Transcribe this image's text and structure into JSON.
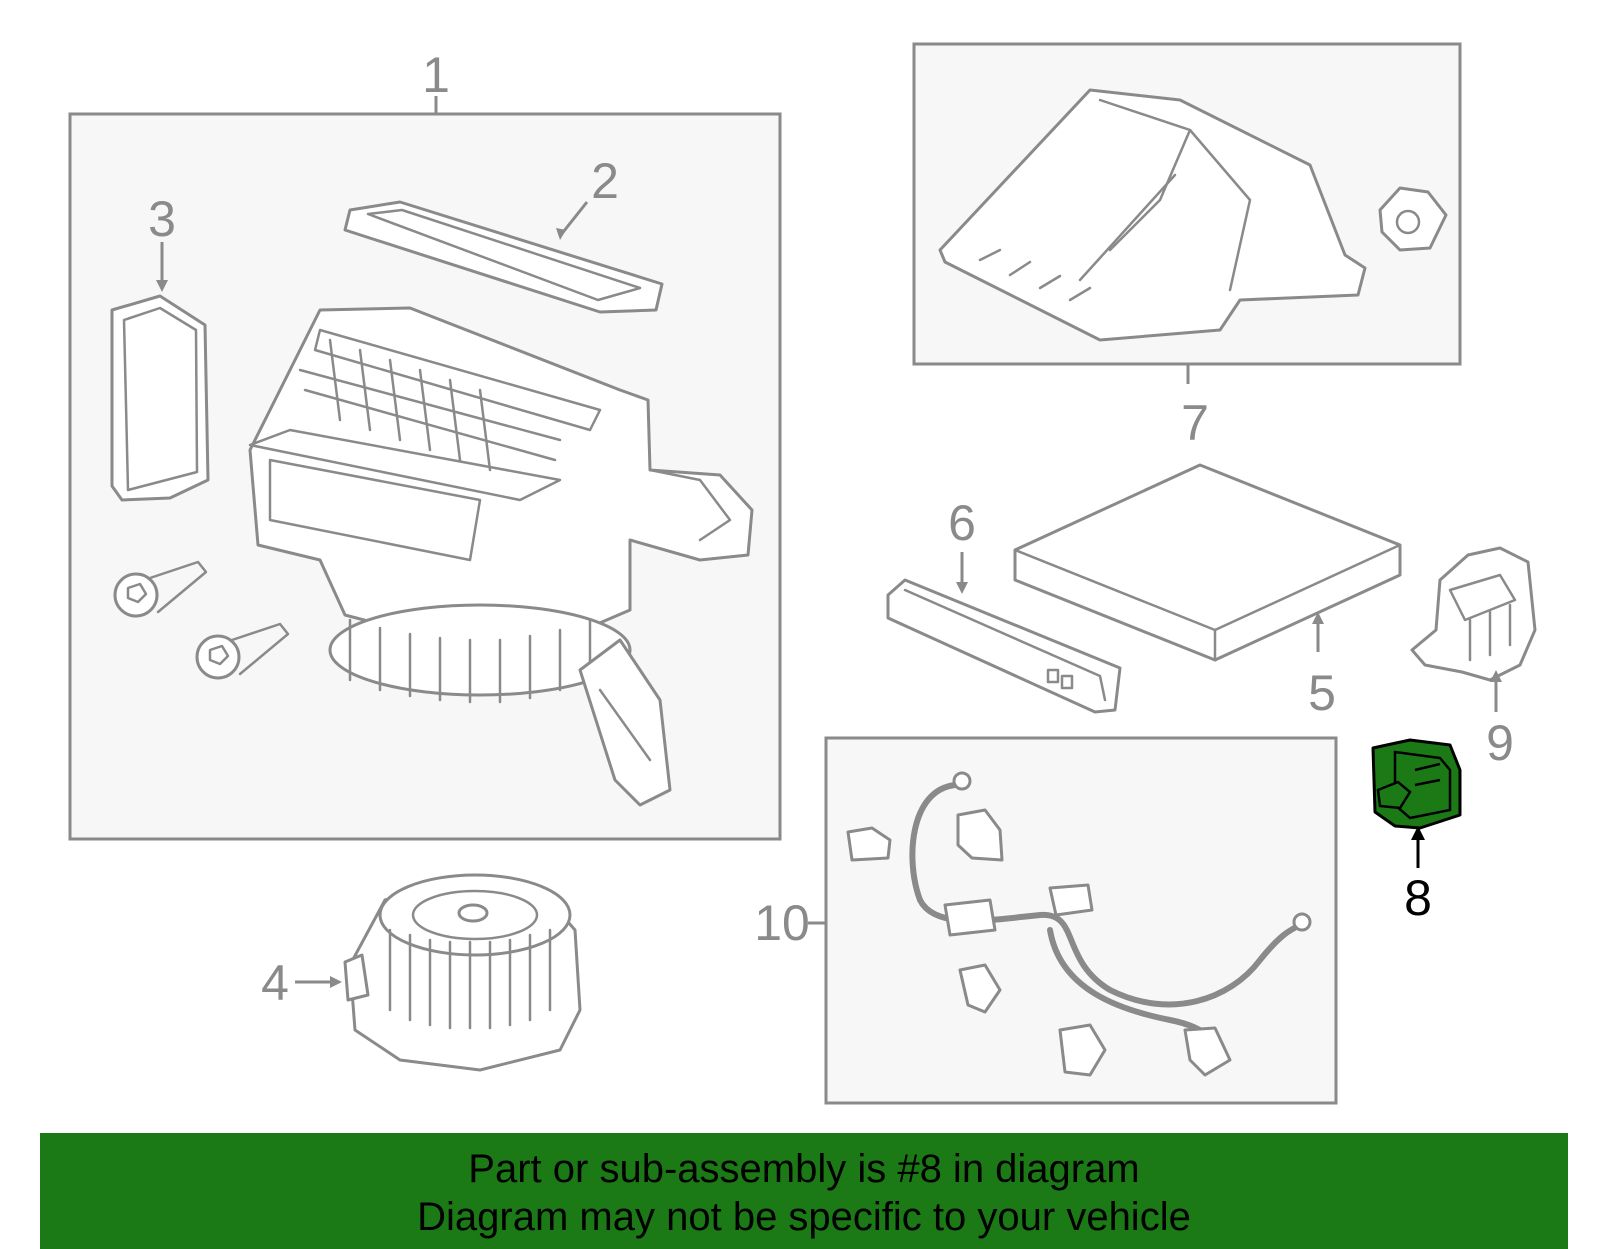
{
  "diagram": {
    "callouts": [
      {
        "id": "1",
        "label": "1"
      },
      {
        "id": "2",
        "label": "2"
      },
      {
        "id": "3",
        "label": "3"
      },
      {
        "id": "4",
        "label": "4"
      },
      {
        "id": "5",
        "label": "5"
      },
      {
        "id": "6",
        "label": "6"
      },
      {
        "id": "7",
        "label": "7"
      },
      {
        "id": "8",
        "label": "8",
        "highlighted": true
      },
      {
        "id": "9",
        "label": "9"
      },
      {
        "id": "10",
        "label": "10"
      }
    ],
    "highlight_color": "#1b7a16",
    "line_color": "#8a8a8a"
  },
  "banner": {
    "line1": "Part or sub-assembly is #8 in diagram",
    "line2": "Diagram may not be specific to your vehicle",
    "color": "#1b7a16"
  }
}
